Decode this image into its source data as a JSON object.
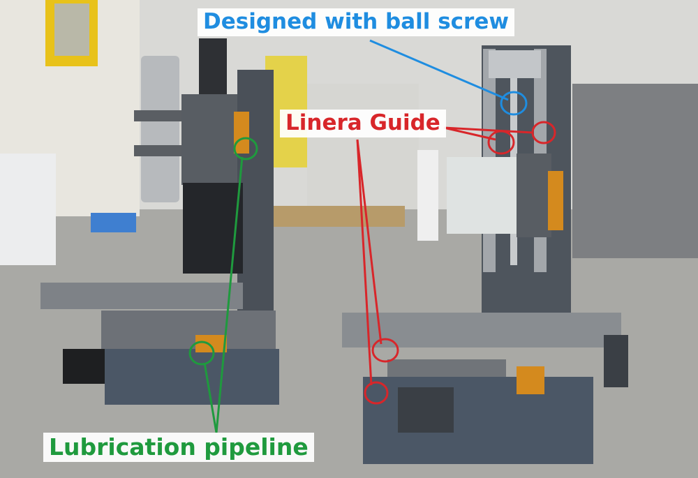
{
  "labels": {
    "ball_screw": "Designed with ball screw",
    "linear_guide": "Linera Guide",
    "lubrication": "Lubrication pipeline"
  },
  "colors": {
    "ball_screw": "#1f8de0",
    "linear_guide": "#d8262a",
    "lubrication": "#1f9a3e",
    "machine_body": "#4a5058",
    "floor": "#a9a9a5"
  }
}
